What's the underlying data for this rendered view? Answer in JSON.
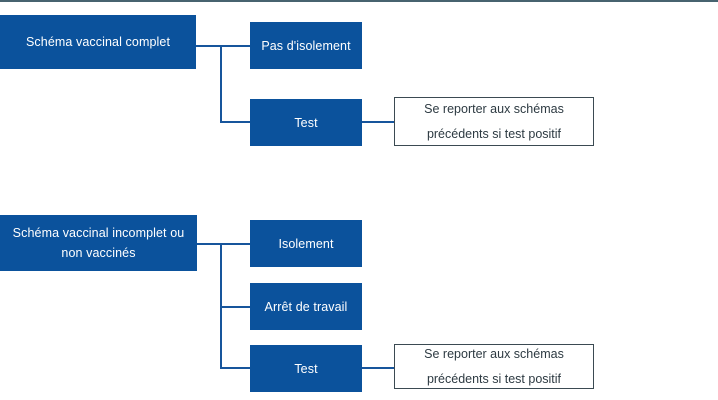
{
  "diagram": {
    "title_rule": "top-divider",
    "colors": {
      "node_fill": "#0b529c",
      "node_text": "#ffffff",
      "connector": "#17559c",
      "note_border": "#3b4a52",
      "note_text": "#2d3a42",
      "top_rule": "#47636f",
      "background": "#ffffff"
    },
    "branches": [
      {
        "id": "branch-complete",
        "root": {
          "label": "Schéma vaccinal complet"
        },
        "children": [
          {
            "id": "node-pas-isolement",
            "label": "Pas d'isolement"
          },
          {
            "id": "node-test-1",
            "label": "Test",
            "note": {
              "line1": "Se reporter aux schémas",
              "line2": "précédents si test positif"
            }
          }
        ]
      },
      {
        "id": "branch-incomplete",
        "root": {
          "line1": "Schéma vaccinal incomplet ou",
          "line2": "non vaccinés"
        },
        "children": [
          {
            "id": "node-isolement",
            "label": "Isolement"
          },
          {
            "id": "node-arret-travail",
            "label": "Arrêt de travail"
          },
          {
            "id": "node-test-2",
            "label": "Test",
            "note": {
              "line1": "Se reporter aux schémas",
              "line2": "précédents si test positif"
            }
          }
        ]
      }
    ]
  }
}
